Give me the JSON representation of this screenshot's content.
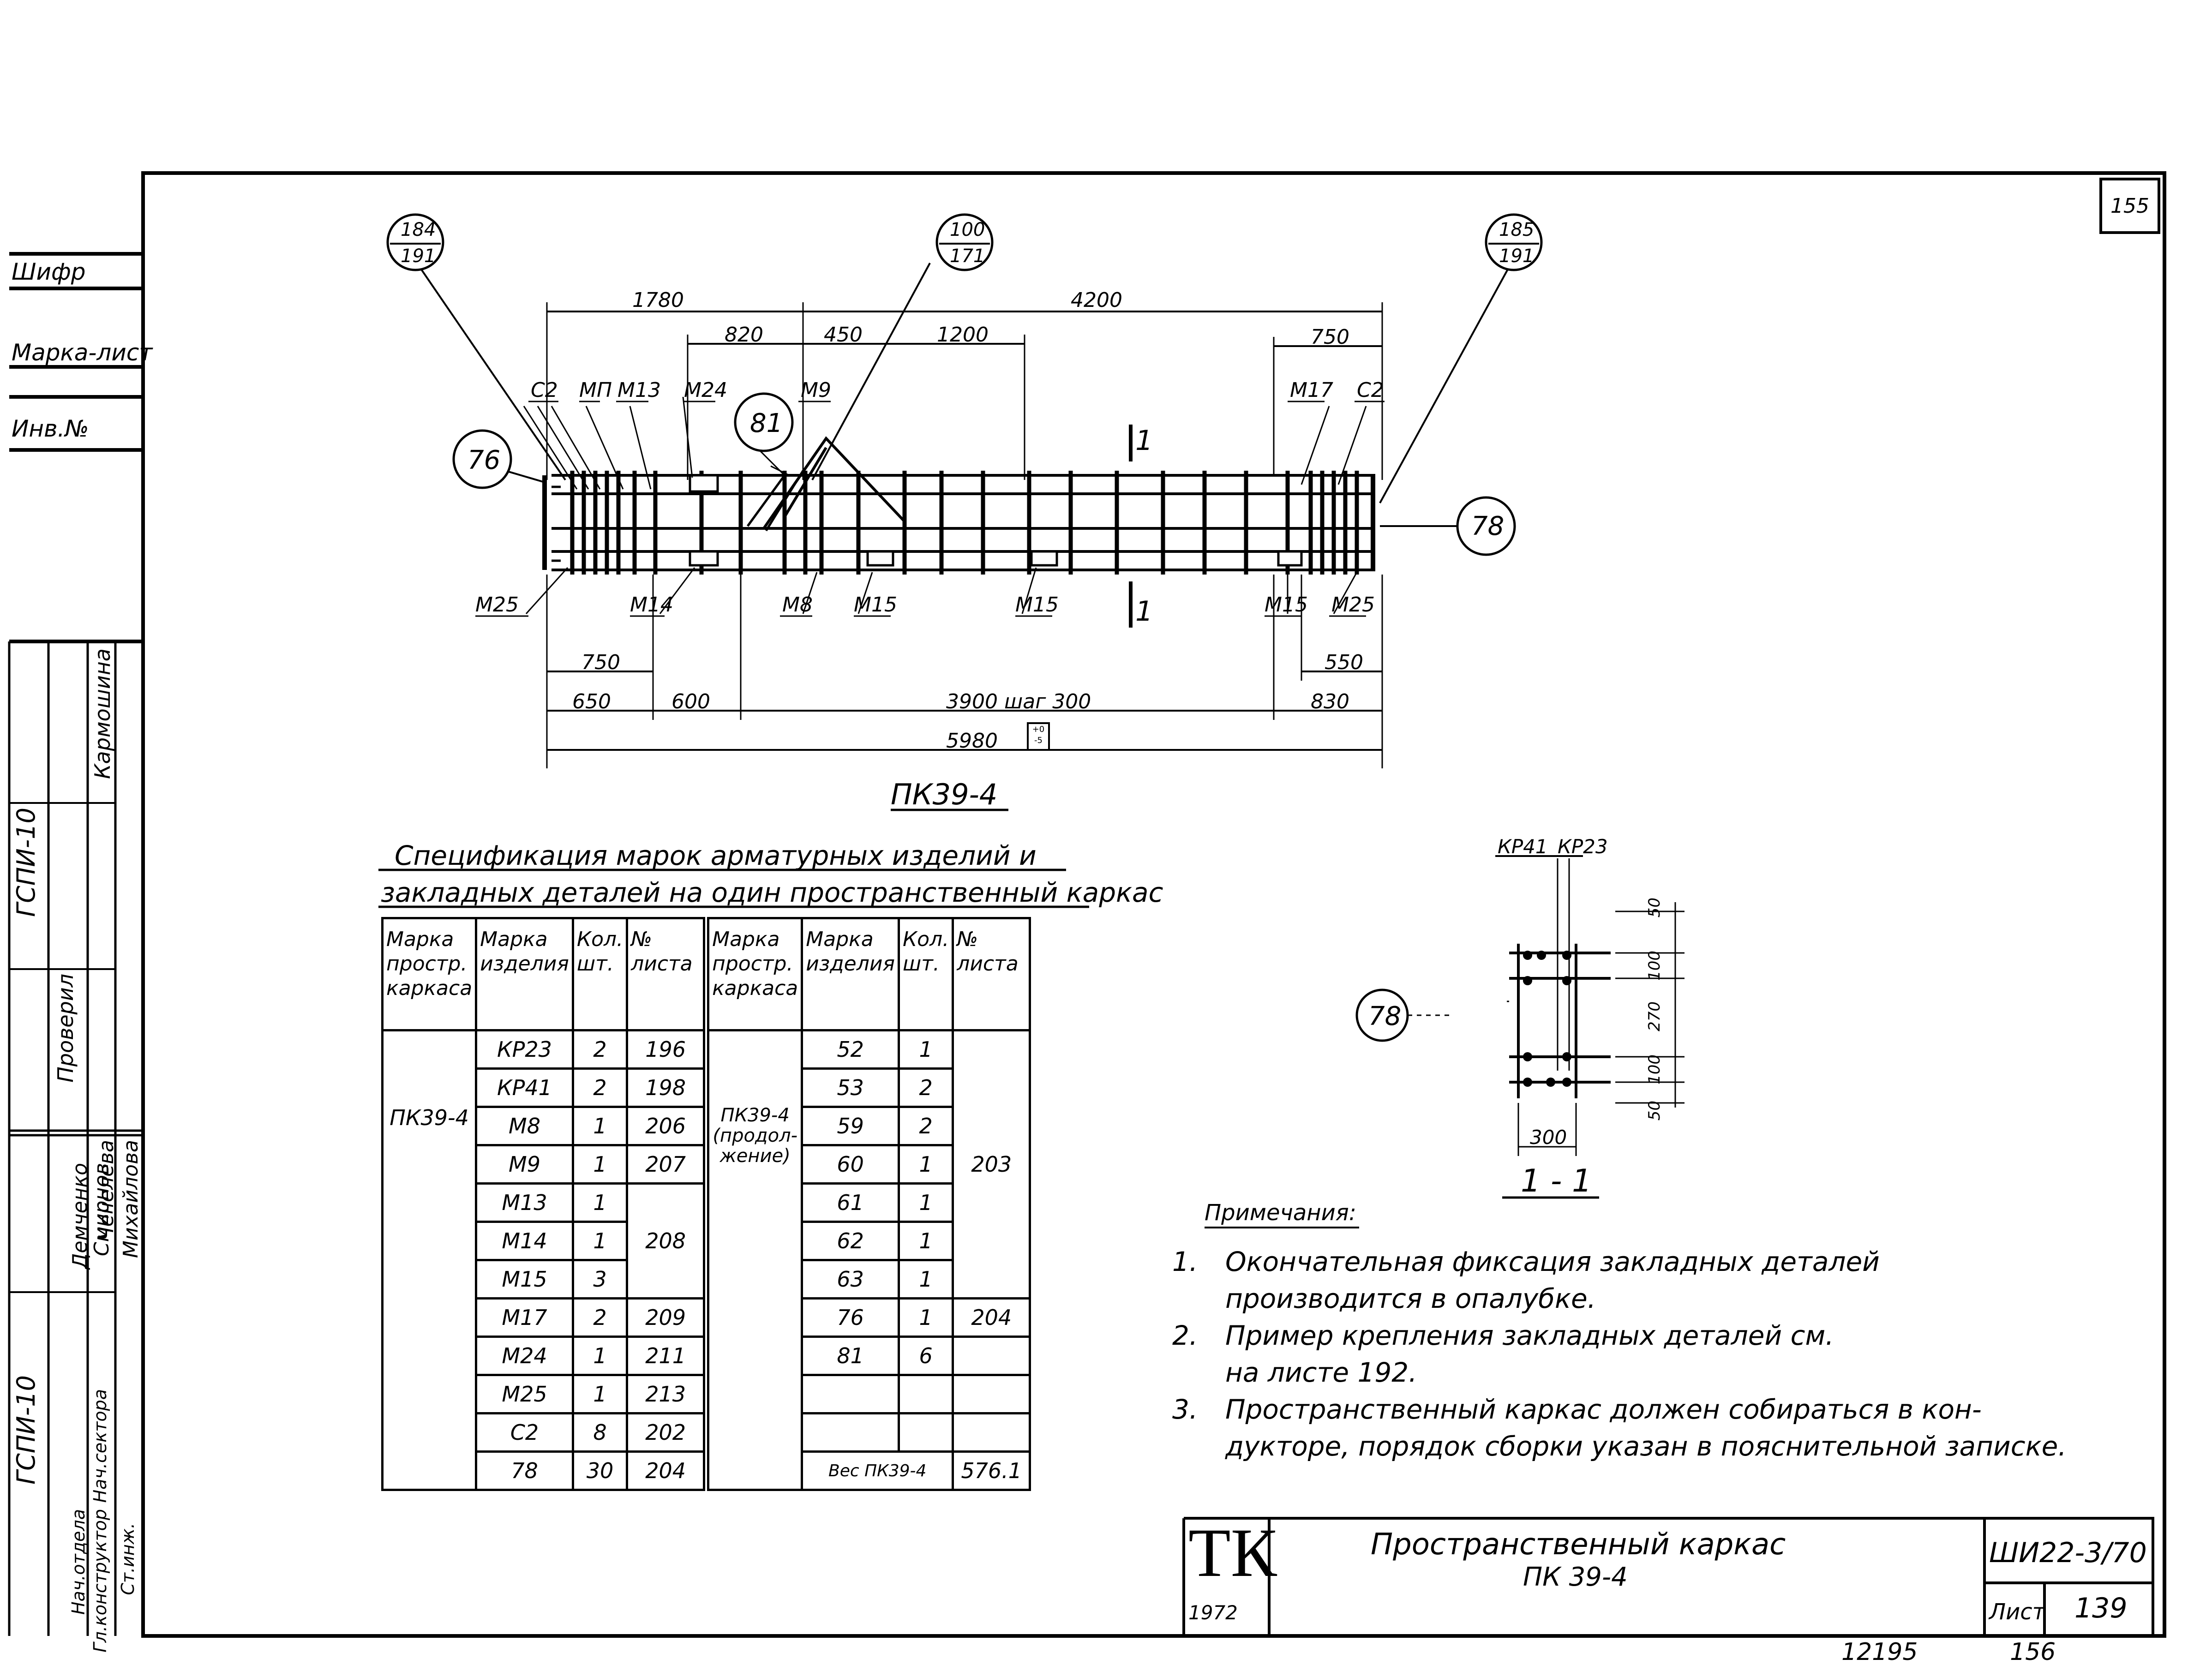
{
  "sheet_corner_number": "155",
  "side_block": {
    "cipher_label": "Шифр",
    "sheet_mark_label": "Марка-лист",
    "inv_no_label": "Инв.№",
    "org_top": "ГСПИ-10",
    "org_bottom": "ГСПИ-10",
    "checked_label": "Проверил",
    "checked_name": "Кармошина",
    "roles": [
      "Гл.конструктор",
      "Нач.отдела",
      "Нач.сектора",
      "Ст.инж."
    ],
    "names": [
      "Смирнов",
      "Демченко",
      "Чечелева",
      "Михайлова"
    ]
  },
  "drawing": {
    "frame_title": "ПК39-4",
    "callouts": {
      "left_top": {
        "num": "184",
        "den": "191"
      },
      "center_top": {
        "num": "100",
        "den": "171"
      },
      "right_top": {
        "num": "185",
        "den": "191"
      },
      "c76": "76",
      "c81": "81",
      "c78": "78",
      "c78_section": "78"
    },
    "top_dims": {
      "d1780": "1780",
      "d4200": "4200",
      "d820": "820",
      "d450": "450",
      "d1200": "1200",
      "d750": "750"
    },
    "bottom_dims": {
      "d750": "750",
      "d550": "550",
      "d650": "650",
      "d600": "600",
      "d3900": "3900 шаг 300",
      "d830": "830",
      "d5980": "5980"
    },
    "top_marks": [
      "С2",
      "МП",
      "М13",
      "М24",
      "М9",
      "М17",
      "С2"
    ],
    "bottom_marks": [
      "М25",
      "М14",
      "М8",
      "М15",
      "М15",
      "М15",
      "М25"
    ],
    "section_marks": [
      "1",
      "1"
    ],
    "tolerance": "+0\n-5"
  },
  "section": {
    "labels": [
      "КР41",
      "КР23"
    ],
    "dims_right": [
      "50",
      "100",
      "270",
      "100",
      "50"
    ],
    "dim_bottom": "300",
    "title": "1 - 1"
  },
  "spec": {
    "title_line1": "Спецификация марок арматурных изделий и",
    "title_line2": "закладных деталей на один пространственный каркас",
    "headers": [
      "Марка простр. каркаса",
      "Марка изделия",
      "Кол. шт.",
      "№ листа"
    ],
    "left_frame": "ПК39-4",
    "left_rows": [
      [
        "КР23",
        "2",
        "196"
      ],
      [
        "КР41",
        "2",
        "198"
      ],
      [
        "М8",
        "1",
        "206"
      ],
      [
        "М9",
        "1",
        "207"
      ],
      [
        "М13",
        "1",
        ""
      ],
      [
        "М14",
        "1",
        "208"
      ],
      [
        "М15",
        "3",
        ""
      ],
      [
        "М17",
        "2",
        "209"
      ],
      [
        "М24",
        "1",
        "211"
      ],
      [
        "М25",
        "1",
        "213"
      ],
      [
        "С2",
        "8",
        "202"
      ],
      [
        "78",
        "30",
        "204"
      ]
    ],
    "right_frame": "ПК39-4 (продол- жение)",
    "right_rows": [
      [
        "52",
        "1",
        ""
      ],
      [
        "53",
        "2",
        ""
      ],
      [
        "59",
        "2",
        ""
      ],
      [
        "60",
        "1",
        "203"
      ],
      [
        "61",
        "1",
        ""
      ],
      [
        "62",
        "1",
        ""
      ],
      [
        "63",
        "1",
        ""
      ],
      [
        "76",
        "1",
        "204"
      ],
      [
        "81",
        "6",
        ""
      ],
      [
        "",
        "",
        ""
      ],
      [
        "",
        "",
        ""
      ],
      [
        "Вес ПК39-4",
        "",
        "576.1"
      ]
    ]
  },
  "notes": {
    "title": "Примечания:",
    "items": [
      {
        "num": "1.",
        "line1": "Окончательная фиксация закладных деталей",
        "line2": "производится в опалубке."
      },
      {
        "num": "2.",
        "line1": "Пример крепления закладных деталей см.",
        "line2": "на листе 192."
      },
      {
        "num": "3.",
        "line1": "Пространственный каркас должен собираться в кон-",
        "line2": "дукторе, порядок сборки указан в пояснительной записке."
      }
    ]
  },
  "title_block": {
    "logo": "ТК",
    "year": "1972",
    "name_line1": "Пространственный каркас",
    "name_line2": "ПК 39-4",
    "series": "ШИ22-3/70",
    "sheet_label": "Лист",
    "sheet_no": "139"
  },
  "footer": {
    "left": "12195",
    "right": "156"
  }
}
